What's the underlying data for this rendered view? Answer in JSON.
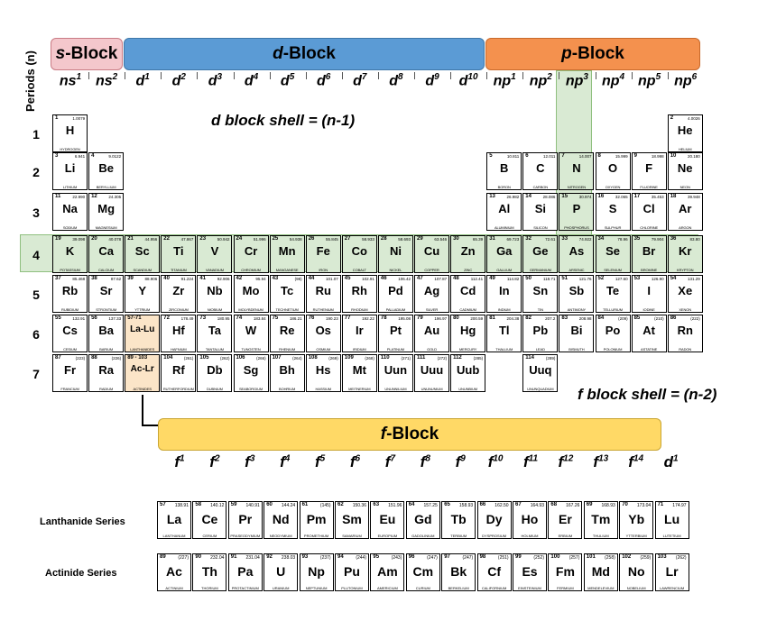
{
  "header": {
    "periods_label": "Periods (n)",
    "s_block_prefix": "s",
    "p_block_prefix": "p",
    "d_block_prefix": "d",
    "f_block_prefix": "f",
    "block_suffix": "-Block"
  },
  "sublevels": [
    {
      "base": "ns",
      "sup": "1"
    },
    {
      "base": "ns",
      "sup": "2"
    },
    {
      "base": "d",
      "sup": "1"
    },
    {
      "base": "d",
      "sup": "2"
    },
    {
      "base": "d",
      "sup": "3"
    },
    {
      "base": "d",
      "sup": "4"
    },
    {
      "base": "d",
      "sup": "5"
    },
    {
      "base": "d",
      "sup": "6"
    },
    {
      "base": "d",
      "sup": "7"
    },
    {
      "base": "d",
      "sup": "8"
    },
    {
      "base": "d",
      "sup": "9"
    },
    {
      "base": "d",
      "sup": "10"
    },
    {
      "base": "np",
      "sup": "1"
    },
    {
      "base": "np",
      "sup": "2"
    },
    {
      "base": "np",
      "sup": "3"
    },
    {
      "base": "np",
      "sup": "4"
    },
    {
      "base": "np",
      "sup": "5"
    },
    {
      "base": "np",
      "sup": "6"
    }
  ],
  "shell_notes": {
    "d": "d block shell = (n-1)",
    "f": "f block shell = (n-2)"
  },
  "periods": [
    "1",
    "2",
    "3",
    "4",
    "5",
    "6",
    "7"
  ],
  "colors": {
    "s_block": "#f4c7cc",
    "d_block": "#5b9bd5",
    "p_block": "#f4914e",
    "f_block": "#ffd966",
    "highlight": "#d9ead3",
    "highlight_border": "#8fbf7f",
    "lanthanide_highlight": "#fbe5c8"
  },
  "elements": [
    {
      "n": "1",
      "s": "H",
      "m": "1.0079",
      "name": "HYDROGEN",
      "col": 1,
      "row": 1
    },
    {
      "n": "2",
      "s": "He",
      "m": "4.0026",
      "name": "HELIUM",
      "col": 18,
      "row": 1
    },
    {
      "n": "3",
      "s": "Li",
      "m": "6.941",
      "name": "LITHIUM",
      "col": 1,
      "row": 2
    },
    {
      "n": "4",
      "s": "Be",
      "m": "9.0122",
      "name": "BERYLLIUM",
      "col": 2,
      "row": 2
    },
    {
      "n": "5",
      "s": "B",
      "m": "10.811",
      "name": "BORON",
      "col": 13,
      "row": 2
    },
    {
      "n": "6",
      "s": "C",
      "m": "12.011",
      "name": "CARBON",
      "col": 14,
      "row": 2
    },
    {
      "n": "7",
      "s": "N",
      "m": "14.007",
      "name": "NITROGEN",
      "col": 15,
      "row": 2
    },
    {
      "n": "8",
      "s": "O",
      "m": "15.999",
      "name": "OXYGEN",
      "col": 16,
      "row": 2
    },
    {
      "n": "9",
      "s": "F",
      "m": "18.998",
      "name": "FLUORINE",
      "col": 17,
      "row": 2
    },
    {
      "n": "10",
      "s": "Ne",
      "m": "20.180",
      "name": "NEON",
      "col": 18,
      "row": 2
    },
    {
      "n": "11",
      "s": "Na",
      "m": "22.990",
      "name": "SODIUM",
      "col": 1,
      "row": 3
    },
    {
      "n": "12",
      "s": "Mg",
      "m": "24.305",
      "name": "MAGNESIUM",
      "col": 2,
      "row": 3
    },
    {
      "n": "13",
      "s": "Al",
      "m": "26.982",
      "name": "ALUMINIUM",
      "col": 13,
      "row": 3
    },
    {
      "n": "14",
      "s": "Si",
      "m": "28.086",
      "name": "SILICON",
      "col": 14,
      "row": 3
    },
    {
      "n": "15",
      "s": "P",
      "m": "30.974",
      "name": "PHOSPHORUS",
      "col": 15,
      "row": 3
    },
    {
      "n": "16",
      "s": "S",
      "m": "32.065",
      "name": "SULPHUR",
      "col": 16,
      "row": 3
    },
    {
      "n": "17",
      "s": "Cl",
      "m": "35.453",
      "name": "CHLORINE",
      "col": 17,
      "row": 3
    },
    {
      "n": "18",
      "s": "Ar",
      "m": "39.948",
      "name": "ARGON",
      "col": 18,
      "row": 3
    },
    {
      "n": "19",
      "s": "K",
      "m": "39.098",
      "name": "POTASSIUM",
      "col": 1,
      "row": 4
    },
    {
      "n": "20",
      "s": "Ca",
      "m": "40.078",
      "name": "CALCIUM",
      "col": 2,
      "row": 4
    },
    {
      "n": "21",
      "s": "Sc",
      "m": "44.956",
      "name": "SCANDIUM",
      "col": 3,
      "row": 4
    },
    {
      "n": "22",
      "s": "Ti",
      "m": "47.867",
      "name": "TITANIUM",
      "col": 4,
      "row": 4
    },
    {
      "n": "23",
      "s": "V",
      "m": "50.942",
      "name": "VANADIUM",
      "col": 5,
      "row": 4
    },
    {
      "n": "24",
      "s": "Cr",
      "m": "51.996",
      "name": "CHROMIUM",
      "col": 6,
      "row": 4
    },
    {
      "n": "25",
      "s": "Mn",
      "m": "54.938",
      "name": "MANGANESE",
      "col": 7,
      "row": 4
    },
    {
      "n": "26",
      "s": "Fe",
      "m": "55.845",
      "name": "IRON",
      "col": 8,
      "row": 4
    },
    {
      "n": "27",
      "s": "Co",
      "m": "58.933",
      "name": "COBALT",
      "col": 9,
      "row": 4
    },
    {
      "n": "28",
      "s": "Ni",
      "m": "58.693",
      "name": "NICKEL",
      "col": 10,
      "row": 4
    },
    {
      "n": "29",
      "s": "Cu",
      "m": "63.546",
      "name": "COPPER",
      "col": 11,
      "row": 4
    },
    {
      "n": "30",
      "s": "Zn",
      "m": "65.39",
      "name": "ZINC",
      "col": 12,
      "row": 4
    },
    {
      "n": "31",
      "s": "Ga",
      "m": "69.723",
      "name": "GALLIUM",
      "col": 13,
      "row": 4
    },
    {
      "n": "32",
      "s": "Ge",
      "m": "72.61",
      "name": "GERMANIUM",
      "col": 14,
      "row": 4
    },
    {
      "n": "33",
      "s": "As",
      "m": "74.922",
      "name": "ARSENIC",
      "col": 15,
      "row": 4
    },
    {
      "n": "34",
      "s": "Se",
      "m": "78.96",
      "name": "SELENIUM",
      "col": 16,
      "row": 4
    },
    {
      "n": "35",
      "s": "Br",
      "m": "79.904",
      "name": "BROMINE",
      "col": 17,
      "row": 4
    },
    {
      "n": "36",
      "s": "Kr",
      "m": "83.80",
      "name": "KRYPTON",
      "col": 18,
      "row": 4
    },
    {
      "n": "37",
      "s": "Rb",
      "m": "85.468",
      "name": "RUBIDIUM",
      "col": 1,
      "row": 5
    },
    {
      "n": "38",
      "s": "Sr",
      "m": "87.62",
      "name": "STRONTIUM",
      "col": 2,
      "row": 5
    },
    {
      "n": "39",
      "s": "Y",
      "m": "88.906",
      "name": "YTTRIUM",
      "col": 3,
      "row": 5
    },
    {
      "n": "40",
      "s": "Zr",
      "m": "91.224",
      "name": "ZIRCONIUM",
      "col": 4,
      "row": 5
    },
    {
      "n": "41",
      "s": "Nb",
      "m": "92.906",
      "name": "NIOBIUM",
      "col": 5,
      "row": 5
    },
    {
      "n": "42",
      "s": "Mo",
      "m": "95.94",
      "name": "MOLYBDENUM",
      "col": 6,
      "row": 5
    },
    {
      "n": "43",
      "s": "Tc",
      "m": "(98)",
      "name": "TECHNETIUM",
      "col": 7,
      "row": 5
    },
    {
      "n": "44",
      "s": "Ru",
      "m": "101.07",
      "name": "RUTHENIUM",
      "col": 8,
      "row": 5
    },
    {
      "n": "45",
      "s": "Rh",
      "m": "102.91",
      "name": "RHODIUM",
      "col": 9,
      "row": 5
    },
    {
      "n": "46",
      "s": "Pd",
      "m": "106.42",
      "name": "PALLADIUM",
      "col": 10,
      "row": 5
    },
    {
      "n": "47",
      "s": "Ag",
      "m": "107.87",
      "name": "SILVER",
      "col": 11,
      "row": 5
    },
    {
      "n": "48",
      "s": "Cd",
      "m": "112.41",
      "name": "CADMIUM",
      "col": 12,
      "row": 5
    },
    {
      "n": "49",
      "s": "In",
      "m": "114.82",
      "name": "INDIUM",
      "col": 13,
      "row": 5
    },
    {
      "n": "50",
      "s": "Sn",
      "m": "118.71",
      "name": "TIN",
      "col": 14,
      "row": 5
    },
    {
      "n": "51",
      "s": "Sb",
      "m": "121.76",
      "name": "ANTIMONY",
      "col": 15,
      "row": 5
    },
    {
      "n": "52",
      "s": "Te",
      "m": "127.60",
      "name": "TELLURIUM",
      "col": 16,
      "row": 5
    },
    {
      "n": "53",
      "s": "I",
      "m": "126.90",
      "name": "IODINE",
      "col": 17,
      "row": 5
    },
    {
      "n": "54",
      "s": "Xe",
      "m": "131.29",
      "name": "XENON",
      "col": 18,
      "row": 5
    },
    {
      "n": "55",
      "s": "Cs",
      "m": "132.91",
      "name": "CESIUM",
      "col": 1,
      "row": 6
    },
    {
      "n": "56",
      "s": "Ba",
      "m": "137.33",
      "name": "BARIUM",
      "col": 2,
      "row": 6
    },
    {
      "n": "57-71",
      "s": "La-Lu",
      "m": "",
      "name": "LANTHANIDES",
      "col": 3,
      "row": 6,
      "lf": true
    },
    {
      "n": "72",
      "s": "Hf",
      "m": "178.49",
      "name": "HAFNIUM",
      "col": 4,
      "row": 6
    },
    {
      "n": "73",
      "s": "Ta",
      "m": "180.95",
      "name": "TANTALUM",
      "col": 5,
      "row": 6
    },
    {
      "n": "74",
      "s": "W",
      "m": "183.84",
      "name": "TUNGSTEN",
      "col": 6,
      "row": 6
    },
    {
      "n": "75",
      "s": "Re",
      "m": "186.21",
      "name": "RHENIUM",
      "col": 7,
      "row": 6
    },
    {
      "n": "76",
      "s": "Os",
      "m": "190.23",
      "name": "OSMIUM",
      "col": 8,
      "row": 6
    },
    {
      "n": "77",
      "s": "Ir",
      "m": "192.22",
      "name": "IRIDIUM",
      "col": 9,
      "row": 6
    },
    {
      "n": "78",
      "s": "Pt",
      "m": "195.08",
      "name": "PLATINUM",
      "col": 10,
      "row": 6
    },
    {
      "n": "79",
      "s": "Au",
      "m": "196.97",
      "name": "GOLD",
      "col": 11,
      "row": 6
    },
    {
      "n": "80",
      "s": "Hg",
      "m": "200.59",
      "name": "MERCURY",
      "col": 12,
      "row": 6
    },
    {
      "n": "81",
      "s": "Tl",
      "m": "204.38",
      "name": "THALLIUM",
      "col": 13,
      "row": 6
    },
    {
      "n": "82",
      "s": "Pb",
      "m": "207.2",
      "name": "LEAD",
      "col": 14,
      "row": 6
    },
    {
      "n": "83",
      "s": "Bi",
      "m": "208.98",
      "name": "BISMUTH",
      "col": 15,
      "row": 6
    },
    {
      "n": "84",
      "s": "Po",
      "m": "(209)",
      "name": "POLONIUM",
      "col": 16,
      "row": 6
    },
    {
      "n": "85",
      "s": "At",
      "m": "(210)",
      "name": "ASTATINE",
      "col": 17,
      "row": 6
    },
    {
      "n": "86",
      "s": "Rn",
      "m": "(222)",
      "name": "RADON",
      "col": 18,
      "row": 6
    },
    {
      "n": "87",
      "s": "Fr",
      "m": "(223)",
      "name": "FRANCIUM",
      "col": 1,
      "row": 7
    },
    {
      "n": "88",
      "s": "Ra",
      "m": "(226)",
      "name": "RADIUM",
      "col": 2,
      "row": 7
    },
    {
      "n": "89 - 103",
      "s": "Ac-Lr",
      "m": "",
      "name": "ACTINIDES",
      "col": 3,
      "row": 7,
      "lf": true
    },
    {
      "n": "104",
      "s": "Rf",
      "m": "(261)",
      "name": "RUTHERFORDIUM",
      "col": 4,
      "row": 7
    },
    {
      "n": "105",
      "s": "Db",
      "m": "(262)",
      "name": "DUBNIUM",
      "col": 5,
      "row": 7
    },
    {
      "n": "106",
      "s": "Sg",
      "m": "(266)",
      "name": "SEABORGIUM",
      "col": 6,
      "row": 7
    },
    {
      "n": "107",
      "s": "Bh",
      "m": "(264)",
      "name": "BOHRIUM",
      "col": 7,
      "row": 7
    },
    {
      "n": "108",
      "s": "Hs",
      "m": "(269)",
      "name": "HASSIUM",
      "col": 8,
      "row": 7
    },
    {
      "n": "109",
      "s": "Mt",
      "m": "(268)",
      "name": "MEITNERIUM",
      "col": 9,
      "row": 7
    },
    {
      "n": "110",
      "s": "Uun",
      "m": "(271)",
      "name": "UNUNNILIUM",
      "col": 10,
      "row": 7
    },
    {
      "n": "111",
      "s": "Uuu",
      "m": "(272)",
      "name": "UNUNUNIUM",
      "col": 11,
      "row": 7
    },
    {
      "n": "112",
      "s": "Uub",
      "m": "(285)",
      "name": "UNUNBIUM",
      "col": 12,
      "row": 7
    },
    {
      "n": "114",
      "s": "Uuq",
      "m": "(289)",
      "name": "UNUNQUADIUM",
      "col": 14,
      "row": 7
    }
  ],
  "f_sublevels": [
    {
      "base": "f",
      "sup": "1"
    },
    {
      "base": "f",
      "sup": "2"
    },
    {
      "base": "f",
      "sup": "3"
    },
    {
      "base": "f",
      "sup": "4"
    },
    {
      "base": "f",
      "sup": "5"
    },
    {
      "base": "f",
      "sup": "6"
    },
    {
      "base": "f",
      "sup": "7"
    },
    {
      "base": "f",
      "sup": "8"
    },
    {
      "base": "f",
      "sup": "9"
    },
    {
      "base": "f",
      "sup": "10"
    },
    {
      "base": "f",
      "sup": "11"
    },
    {
      "base": "f",
      "sup": "12"
    },
    {
      "base": "f",
      "sup": "13"
    },
    {
      "base": "f",
      "sup": "14"
    },
    {
      "base": "d",
      "sup": "1"
    }
  ],
  "lanthanide_series": {
    "label": "Lanthanide Series",
    "elements": [
      {
        "n": "57",
        "s": "La",
        "m": "138.91",
        "name": "LANTHANUM"
      },
      {
        "n": "58",
        "s": "Ce",
        "m": "140.12",
        "name": "CERIUM"
      },
      {
        "n": "59",
        "s": "Pr",
        "m": "140.91",
        "name": "PRASEODYMIUM"
      },
      {
        "n": "60",
        "s": "Nd",
        "m": "144.24",
        "name": "NEODYMIUM"
      },
      {
        "n": "61",
        "s": "Pm",
        "m": "(145)",
        "name": "PROMETHIUM"
      },
      {
        "n": "62",
        "s": "Sm",
        "m": "150.36",
        "name": "SAMARIUM"
      },
      {
        "n": "63",
        "s": "Eu",
        "m": "151.96",
        "name": "EUROPIUM"
      },
      {
        "n": "64",
        "s": "Gd",
        "m": "157.25",
        "name": "GADOLINIUM"
      },
      {
        "n": "65",
        "s": "Tb",
        "m": "158.93",
        "name": "TERBIUM"
      },
      {
        "n": "66",
        "s": "Dy",
        "m": "162.50",
        "name": "DYSPROSIUM"
      },
      {
        "n": "67",
        "s": "Ho",
        "m": "164.93",
        "name": "HOLMIUM"
      },
      {
        "n": "68",
        "s": "Er",
        "m": "167.26",
        "name": "ERBIUM"
      },
      {
        "n": "69",
        "s": "Tm",
        "m": "168.93",
        "name": "THULIUM"
      },
      {
        "n": "70",
        "s": "Yb",
        "m": "173.04",
        "name": "YTTERBIUM"
      },
      {
        "n": "71",
        "s": "Lu",
        "m": "174.97",
        "name": "LUTETIUM"
      }
    ]
  },
  "actinide_series": {
    "label": "Actinide Series",
    "elements": [
      {
        "n": "89",
        "s": "Ac",
        "m": "(227)",
        "name": "ACTINIUM"
      },
      {
        "n": "90",
        "s": "Th",
        "m": "232.04",
        "name": "THORIUM"
      },
      {
        "n": "91",
        "s": "Pa",
        "m": "231.04",
        "name": "PROTACTINIUM"
      },
      {
        "n": "92",
        "s": "U",
        "m": "238.03",
        "name": "URANIUM"
      },
      {
        "n": "93",
        "s": "Np",
        "m": "(237)",
        "name": "NEPTUNIUM"
      },
      {
        "n": "94",
        "s": "Pu",
        "m": "(244)",
        "name": "PLUTONIUM"
      },
      {
        "n": "95",
        "s": "Am",
        "m": "(243)",
        "name": "AMERICIUM"
      },
      {
        "n": "96",
        "s": "Cm",
        "m": "(247)",
        "name": "CURIUM"
      },
      {
        "n": "97",
        "s": "Bk",
        "m": "(247)",
        "name": "BERKELIUM"
      },
      {
        "n": "98",
        "s": "Cf",
        "m": "(251)",
        "name": "CALIFORNIUM"
      },
      {
        "n": "99",
        "s": "Es",
        "m": "(252)",
        "name": "EINSTEINIUM"
      },
      {
        "n": "100",
        "s": "Fm",
        "m": "(257)",
        "name": "FERMIUM"
      },
      {
        "n": "101",
        "s": "Md",
        "m": "(258)",
        "name": "MENDELEVIUM"
      },
      {
        "n": "102",
        "s": "No",
        "m": "(259)",
        "name": "NOBELIUM"
      },
      {
        "n": "103",
        "s": "Lr",
        "m": "(262)",
        "name": "LAWRENCIUM"
      }
    ]
  }
}
